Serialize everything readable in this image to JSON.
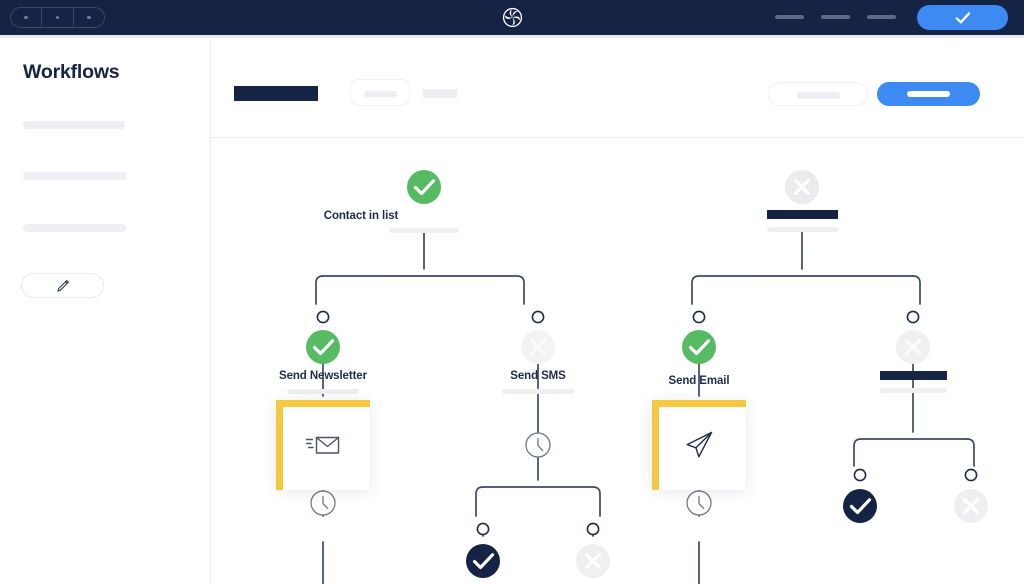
{
  "window": {
    "titlebar_bg": "#152345",
    "segmented_control": {
      "name": "window-segmented-control",
      "segments": [
        "dot",
        "dot",
        "dot"
      ]
    },
    "logo_icon": "pinwheel-logo-icon",
    "nav_placeholders": [
      "",
      "",
      ""
    ],
    "cta": {
      "icon": "check-icon",
      "label": "",
      "color": "#3d8bf2"
    }
  },
  "sidebar": {
    "title": "Workflows",
    "items": [
      {
        "label": "",
        "placeholder": true
      },
      {
        "label": "",
        "placeholder": true
      },
      {
        "label": "",
        "placeholder": true
      }
    ],
    "edit_button": {
      "icon": "pencil-icon",
      "label": ""
    }
  },
  "toolbar": {
    "title_placeholder": "",
    "chip_placeholder": "",
    "bar_placeholder": "",
    "search": {
      "placeholder": "",
      "icon": "search-placeholder"
    },
    "primary_button": {
      "label": "",
      "color": "#3d8bf2"
    }
  },
  "flow": {
    "status_colors": {
      "success": "#57bb63",
      "disabled": "#e9eaec",
      "disabled_icon": "#f7f8f9",
      "active": "#152345",
      "connector": "#3b4a68",
      "accent": "#f5c842"
    },
    "nodes": [
      {
        "id": "contact-in-list",
        "label": "Contact in list",
        "status": "success",
        "status_icon": "check-circle-icon",
        "has_label_text": true,
        "bar_placeholder": true
      },
      {
        "id": "root-right",
        "label": "",
        "status": "disabled",
        "status_icon": "x-circle-icon",
        "has_label_text": false,
        "dark_bar_placeholder": true,
        "bar_placeholder": true
      },
      {
        "id": "send-newsletter",
        "label": "Send Newsletter",
        "status": "success",
        "status_icon": "check-circle-icon",
        "has_label_text": true,
        "bar_placeholder": true
      },
      {
        "id": "send-sms",
        "label": "Send SMS",
        "status": "disabled",
        "status_icon": "x-circle-icon",
        "has_label_text": true,
        "bar_placeholder": true
      },
      {
        "id": "send-email",
        "label": "Send Email",
        "status": "success",
        "status_icon": "check-circle-icon",
        "has_label_text": true,
        "bar_placeholder": false
      },
      {
        "id": "branch-right-2",
        "label": "",
        "status": "disabled",
        "status_icon": "x-circle-icon",
        "has_label_text": false,
        "dark_bar_placeholder": true,
        "bar_placeholder": true
      }
    ],
    "cards": [
      {
        "id": "newsletter-card",
        "icon": "envelope-send-icon",
        "accent": "#f5c842"
      },
      {
        "id": "email-card",
        "icon": "paper-plane-icon",
        "accent": "#f5c842"
      }
    ],
    "delay_nodes": [
      {
        "id": "delay-newsletter",
        "icon": "clock-icon"
      },
      {
        "id": "delay-sms",
        "icon": "clock-icon"
      },
      {
        "id": "delay-email",
        "icon": "clock-icon"
      }
    ],
    "leaf_nodes": [
      {
        "id": "leaf-sms-yes",
        "status": "active",
        "status_icon": "check-circle-icon"
      },
      {
        "id": "leaf-sms-no",
        "status": "disabled",
        "status_icon": "x-circle-icon"
      },
      {
        "id": "leaf-right-yes",
        "status": "active",
        "status_icon": "check-circle-icon"
      },
      {
        "id": "leaf-right-no",
        "status": "disabled",
        "status_icon": "x-circle-icon"
      }
    ]
  }
}
